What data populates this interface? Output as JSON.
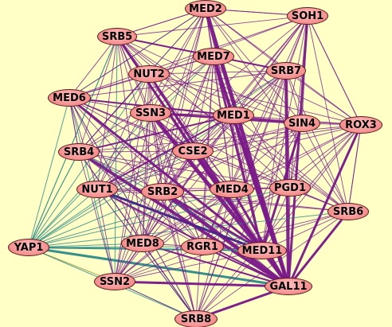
{
  "colors": {
    "background": "#ffffc6",
    "node_fill": "#f49090",
    "node_border": "#5a1818",
    "edge_purple": "#7a1a8a",
    "edge_teal": "#2a8a8a",
    "edge_navy": "#1a2a8a",
    "edge_olive": "#8a8a30"
  },
  "nodes": [
    {
      "id": "MED2",
      "label": "MED2"
    },
    {
      "id": "SOH1",
      "label": "SOH1"
    },
    {
      "id": "SRB5",
      "label": "SRB5"
    },
    {
      "id": "MED7",
      "label": "MED7"
    },
    {
      "id": "NUT2",
      "label": "NUT2"
    },
    {
      "id": "SRB7",
      "label": "SRB7"
    },
    {
      "id": "MED6",
      "label": "MED6"
    },
    {
      "id": "SSN3",
      "label": "SSN3"
    },
    {
      "id": "MED1",
      "label": "MED1"
    },
    {
      "id": "SIN4",
      "label": "SIN4"
    },
    {
      "id": "ROX3",
      "label": "ROX3"
    },
    {
      "id": "SRB4",
      "label": "SRB4"
    },
    {
      "id": "CSE2",
      "label": "CSE2"
    },
    {
      "id": "NUT1",
      "label": "NUT1"
    },
    {
      "id": "SRB2",
      "label": "SRB2"
    },
    {
      "id": "MED4",
      "label": "MED4"
    },
    {
      "id": "PGD1",
      "label": "PGD1"
    },
    {
      "id": "SRB6",
      "label": "SRB6"
    },
    {
      "id": "YAP1",
      "label": "YAP1"
    },
    {
      "id": "MED8",
      "label": "MED8"
    },
    {
      "id": "RGR1",
      "label": "RGR1"
    },
    {
      "id": "MED11",
      "label": "MED11"
    },
    {
      "id": "SSN2",
      "label": "SSN2"
    },
    {
      "id": "GAL11",
      "label": "GAL11"
    },
    {
      "id": "SRB8",
      "label": "SRB8"
    }
  ]
}
